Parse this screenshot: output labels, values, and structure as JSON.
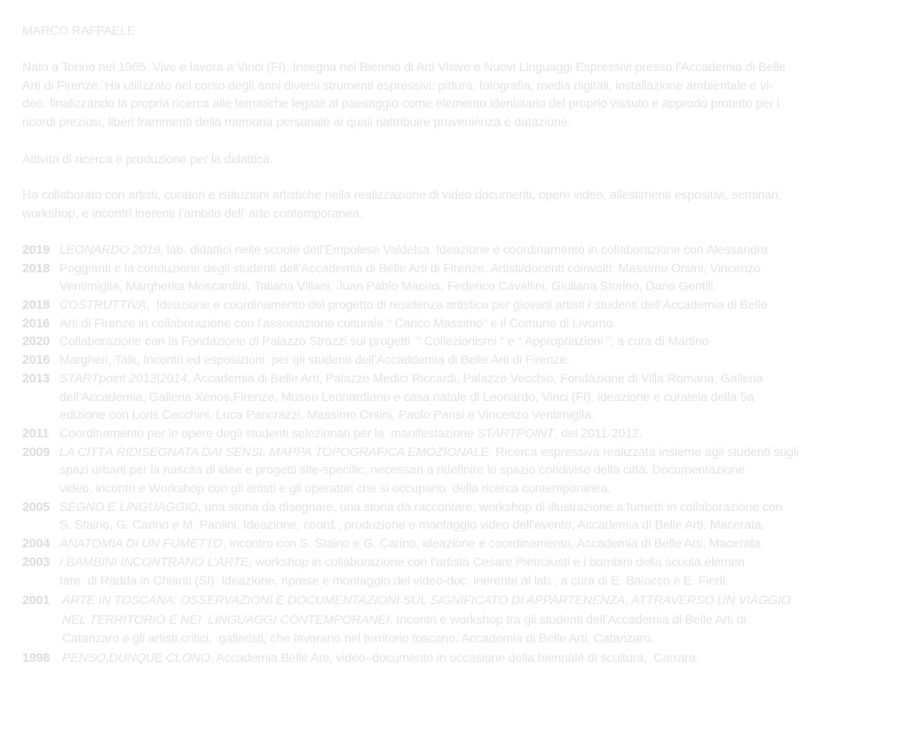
{
  "title": "MARCO RAFFAELE",
  "bio": [
    "Nato a Torino nel 1965.  Vive e lavora a Vinci (FI). Insegna nel Biennio di Arti Visive e Nuovi Linguaggi Espressivi presso l’Accademia di Belle",
    "Arti di Firenze. Ha utilizzato nel corso degli anni diversi strumenti espressivi: pittura, fotografia, media digitali, installazione ambientale e vi-",
    "deo, finalizzando la propria ricerca alle tematiche legate al paesaggio come elemento identiitario del proprio vissuto e approdo protetto per i",
    "ricordi preziosi, liberi frammenti della memoria personale ai quali riattribuire provenienza e datazione."
  ],
  "subtitle": "Attività di ricerca e produzione per la didattica.",
  "collab": [
    "Ha collaborato con artisti, curatori e istituzioni artistiche nella realizzazione di video documenti, opere video, allestimenti espositivi, seminari,",
    "workshop, e incontri inerenti l’ambito dell’ arte contemporanea."
  ],
  "entries": [
    {
      "year": "2019",
      "parts": [
        {
          "t": "LEONARDO 2019",
          "i": true
        },
        {
          "t": ", lab. didattici nelle scuole dell’Empolese Valdelsa. Ideazione e coordinamento in collaborazione con Alessandra",
          "i": false
        }
      ]
    },
    {
      "year": "2018",
      "parts": [
        {
          "t": "Poggianti e la conduzione degli studenti dell’Accademia di Belle Arti di Firenze. Artisti/docenti coinvolti: Massimo Orsini, Vincenzo",
          "i": false
        }
      ]
    },
    {
      "year": "",
      "parts": [
        {
          "t": "Ventimiglia, Margherita Moscardini, Tatiana Villani, Juan Pablo Macias, Federico Cavallini, Giuliana Storino, Dario Gentili.",
          "i": false
        }
      ]
    },
    {
      "year": "2018",
      "parts": [
        {
          "t": "COSTRUTTIVA",
          "i": true
        },
        {
          "t": ",  Ideazione e coordinamento del progetto di residenza artistica per giovani artisti / studenti dell’Accademia di Belle",
          "i": false
        }
      ]
    },
    {
      "year": "2016",
      "parts": [
        {
          "t": "Arti di Firenze in collaborazione con l’associazione culturale “ Carico Massimo” e il Comune di Livorno.",
          "i": false
        }
      ]
    },
    {
      "year": "2020",
      "parts": [
        {
          "t": "Collaborazione con la Fondazione di Palazzo Strozzi sui progetti  “ Collezionismi “ e “ Appropriazioni “, a cura di Martino",
          "i": false
        }
      ]
    },
    {
      "year": "2016",
      "parts": [
        {
          "t": "Margheri, Talk, Incontri ed esposizioni  per gli studenti dell’Accaddemia di Belle Arti di Firenze.",
          "i": false
        }
      ]
    },
    {
      "year": "2013",
      "parts": [
        {
          "t": "STARTpoint 2013|2014",
          "i": true
        },
        {
          "t": ", Accademia di Belle Arti, Palazzo Medici Riccardi, Palazzo Vecchio, Fondazione di Villa Romana, Galleria",
          "i": false
        }
      ]
    },
    {
      "year": "",
      "parts": [
        {
          "t": "dell’Accademia, Galleria Xenos,Firenze, Museo Leonardiano e casa natale di Leonardo, Vinci (FI), ideazione e curatela della 5a",
          "i": false
        }
      ]
    },
    {
      "year": "",
      "parts": [
        {
          "t": "edizione con Loris Cecchini, Luca Pancrazzi, Massimo Orsini, Paolo Parisi e Vincenzo Ventimiglia.",
          "i": false
        }
      ]
    },
    {
      "year": "2011",
      "parts": [
        {
          "t": "Coordinamento per le opere degli studenti selezionati per la  manifestazione ",
          "i": false
        },
        {
          "t": "STARTPOINT",
          "i": true
        },
        {
          "t": ", del 2011-2012.",
          "i": false
        }
      ]
    },
    {
      "year": "2009",
      "parts": [
        {
          "t": "LA CITTÀ RIDISEGNATA DAI SENSI. MAPPA TOPOGRAFICA EMOZIONALE",
          "i": true
        },
        {
          "t": ". Ricerca espressiva realizzata insieme agli studenti sugli",
          "i": false
        }
      ]
    },
    {
      "year": "",
      "parts": [
        {
          "t": "spazi urbani per la nascita di idee e progetti site-specific, necessari a ridefinire lo spazio condiviso della città. Documentazione",
          "i": false
        }
      ]
    },
    {
      "year": "",
      "parts": [
        {
          "t": "video, incontri e Workshop con gli artisti e gli operatori che si occupano  della ricerca contemporanea.",
          "i": false
        }
      ]
    },
    {
      "year": "2005",
      "parts": [
        {
          "t": "SEGNO E LINGUAGGIO",
          "i": true
        },
        {
          "t": ", una storia da disegnare, una storia da raccontare; workshop di illustrazione a fumetti in collaborazione con",
          "i": false
        }
      ]
    },
    {
      "year": "",
      "parts": [
        {
          "t": "S. Staino, G. Carino e M. Paolini. Ideazione, coord., produzione e montaggio video dell’evento, Accademia di Belle Arti, Macerata.",
          "i": false
        }
      ]
    },
    {
      "year": "2004",
      "parts": [
        {
          "t": "ANATOMIA DI UN FUMETTO",
          "i": true
        },
        {
          "t": ", incontro con S. Staino e G. Carino, ideazione e coordinamento, Accademia di Belle Arti, Macerata.",
          "i": false
        }
      ]
    },
    {
      "year": "2003",
      "parts": [
        {
          "t": "I BAMBINI INCONTRANO L’ARTE",
          "i": true
        },
        {
          "t": ", workshop in collaborazione con l’artista Cesare Pietroiusti e i bambini della scuola elemen",
          "i": false
        }
      ]
    },
    {
      "year": "",
      "parts": [
        {
          "t": "tare  di Radda in Chianti (SI). Ideazione, riprese e montaggio del video-doc. inerente al lab., a cura di E. Baiocco e E. Fierli.",
          "i": false
        }
      ]
    },
    {
      "year": "2001",
      "parts": [
        {
          "t": "ARTE IN TOSCANA: OSSERVAZIONI E DOCUMENTAZIONI SUL SIGNIFICATO DI APPARTENENZA, ATTRAVERSO UN VIAGGIO",
          "i": true
        }
      ]
    },
    {
      "year": "",
      "parts": [
        {
          "t": "NEL TERRITORIO E NEI  LINGUAGGI CONTEMPORANEI",
          "i": true
        },
        {
          "t": ". Incontri e workshop tra gli studenti dell’Accademia di Belle Arti di",
          "i": false
        }
      ]
    },
    {
      "year": "",
      "parts": [
        {
          "t": "Catanzaro e gli artisti,critici,  galleristi, che lavorano nel territorio toscano. Accademia di Belle Arti, Catanzaro.",
          "i": false
        }
      ]
    },
    {
      "year": "1998",
      "parts": [
        {
          "t": "PENSO,DUNQUE CLONO",
          "i": true
        },
        {
          "t": ", Accademia Belle Arti, video–documento in occasione della biennale di scultura,  Carrara.",
          "i": false
        }
      ]
    }
  ]
}
